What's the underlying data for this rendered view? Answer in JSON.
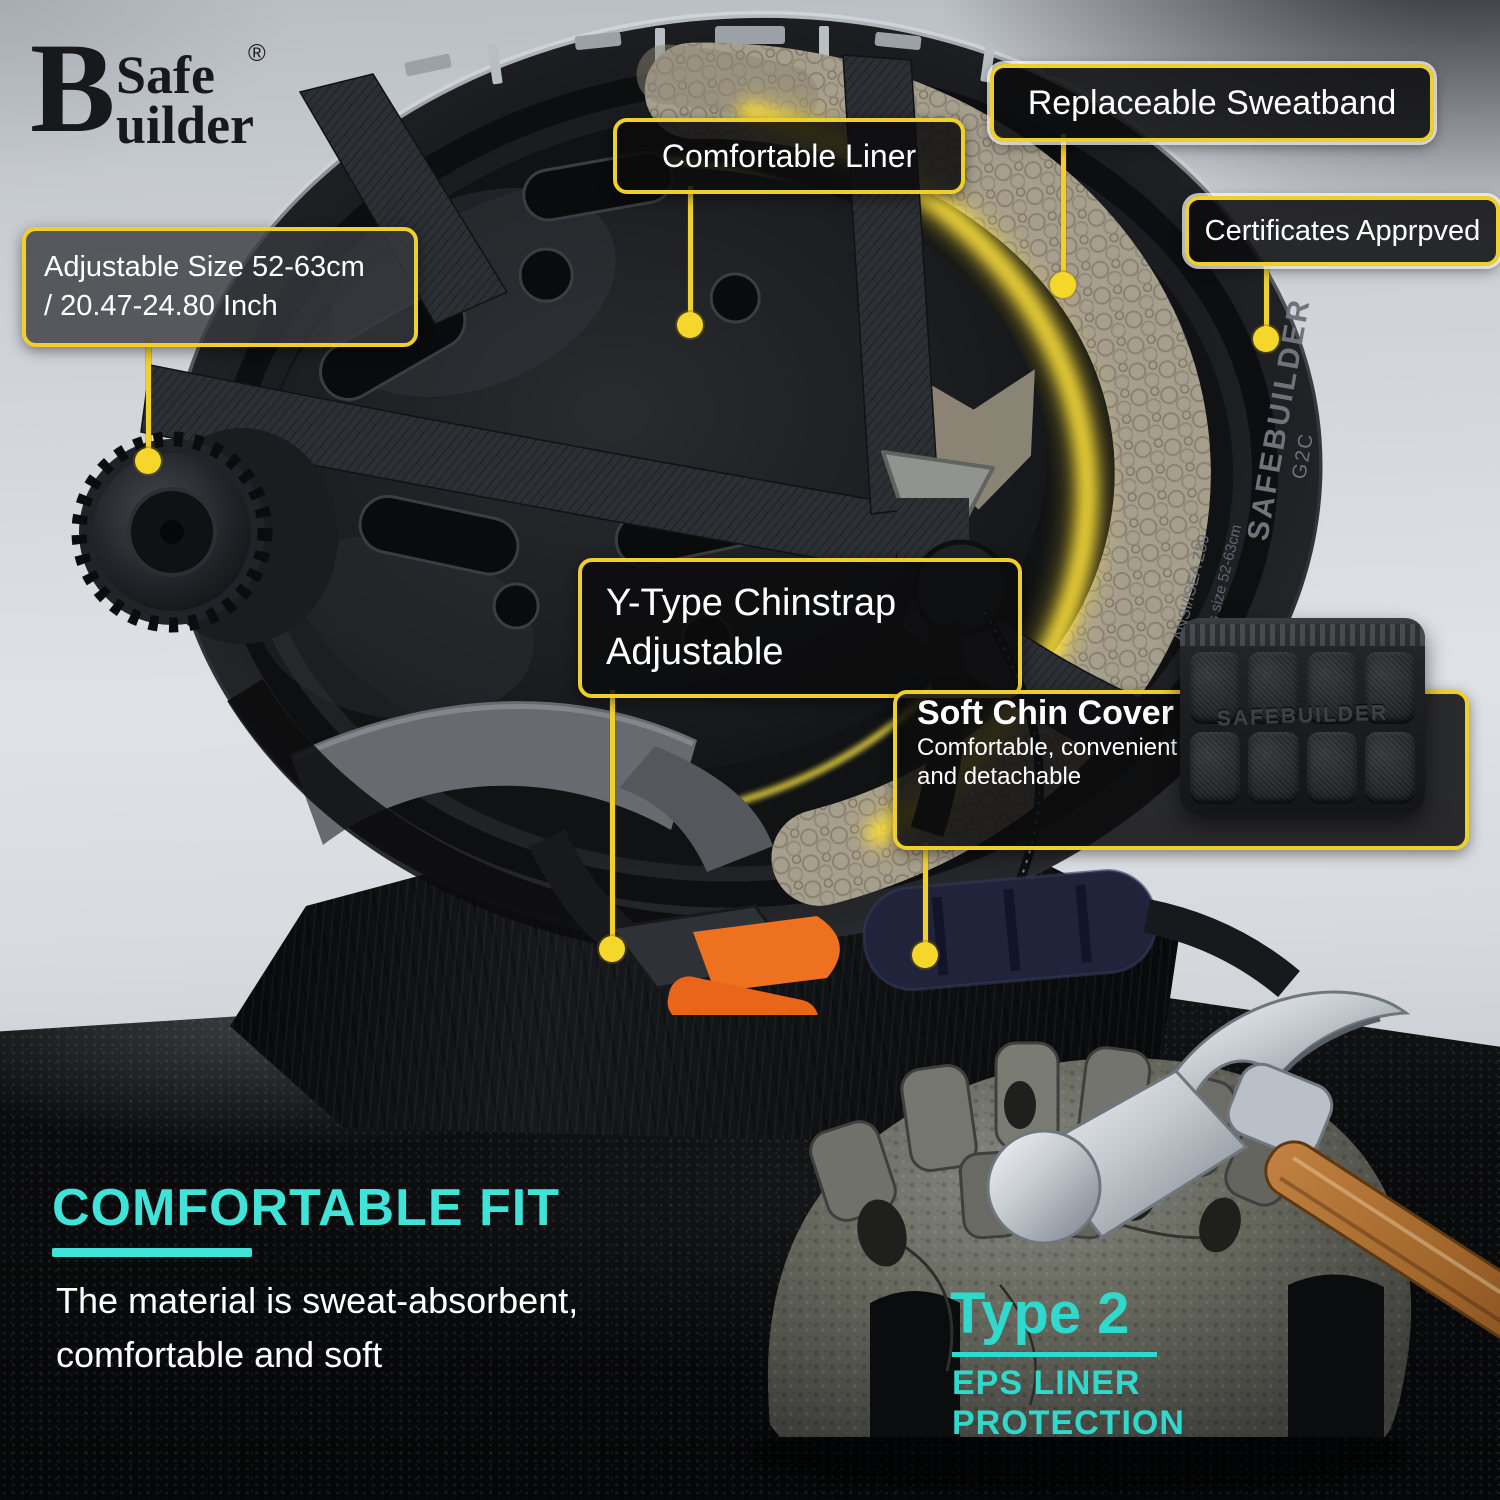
{
  "colors": {
    "accent_yellow": "#F0D12C",
    "accent_cyan": "#3FE3D7",
    "accent_cyan_deep": "#2FD9CC",
    "buckle_orange": "#EE7120",
    "foam_beige": "#A79F8E",
    "text_white": "#FFFFFF"
  },
  "logo": {
    "initial": "B",
    "word_top": "Safe",
    "word_bottom": "uilder",
    "registered": "®"
  },
  "callouts": {
    "comfortable_liner": {
      "label": "Comfortable Liner"
    },
    "replaceable_sweatband": {
      "label": "Replaceable Sweatband"
    },
    "certificates_approved": {
      "label": "Certificates Apprpved"
    },
    "adjustable_size": {
      "line1": "Adjustable  Size 52-63cm",
      "line2": "/ 20.47-24.80 Inch"
    },
    "y_type_chinstrap": {
      "line1": "Y-Type Chinstrap",
      "line2": "Adjustable"
    },
    "soft_chin_cover": {
      "title": "Soft Chin Cover",
      "line1": "Comfortable, convenient",
      "line2": "and detachable"
    }
  },
  "comfort_section": {
    "title": "COMFORTABLE FIT",
    "line1": "The material is sweat-absorbent,",
    "line2": "comfortable and soft"
  },
  "type2_section": {
    "title": "Type 2",
    "line1": "EPS LINER",
    "line2": "PROTECTION"
  },
  "product_marks": {
    "shell_brand": "SAFEBUILDER",
    "shell_model": "G2C",
    "shell_cert_line": "ANSI/ISEA Z89",
    "shell_size_line": "Fits size 52-63cm",
    "chin_pad_brand": "SAFEBUILDER"
  }
}
